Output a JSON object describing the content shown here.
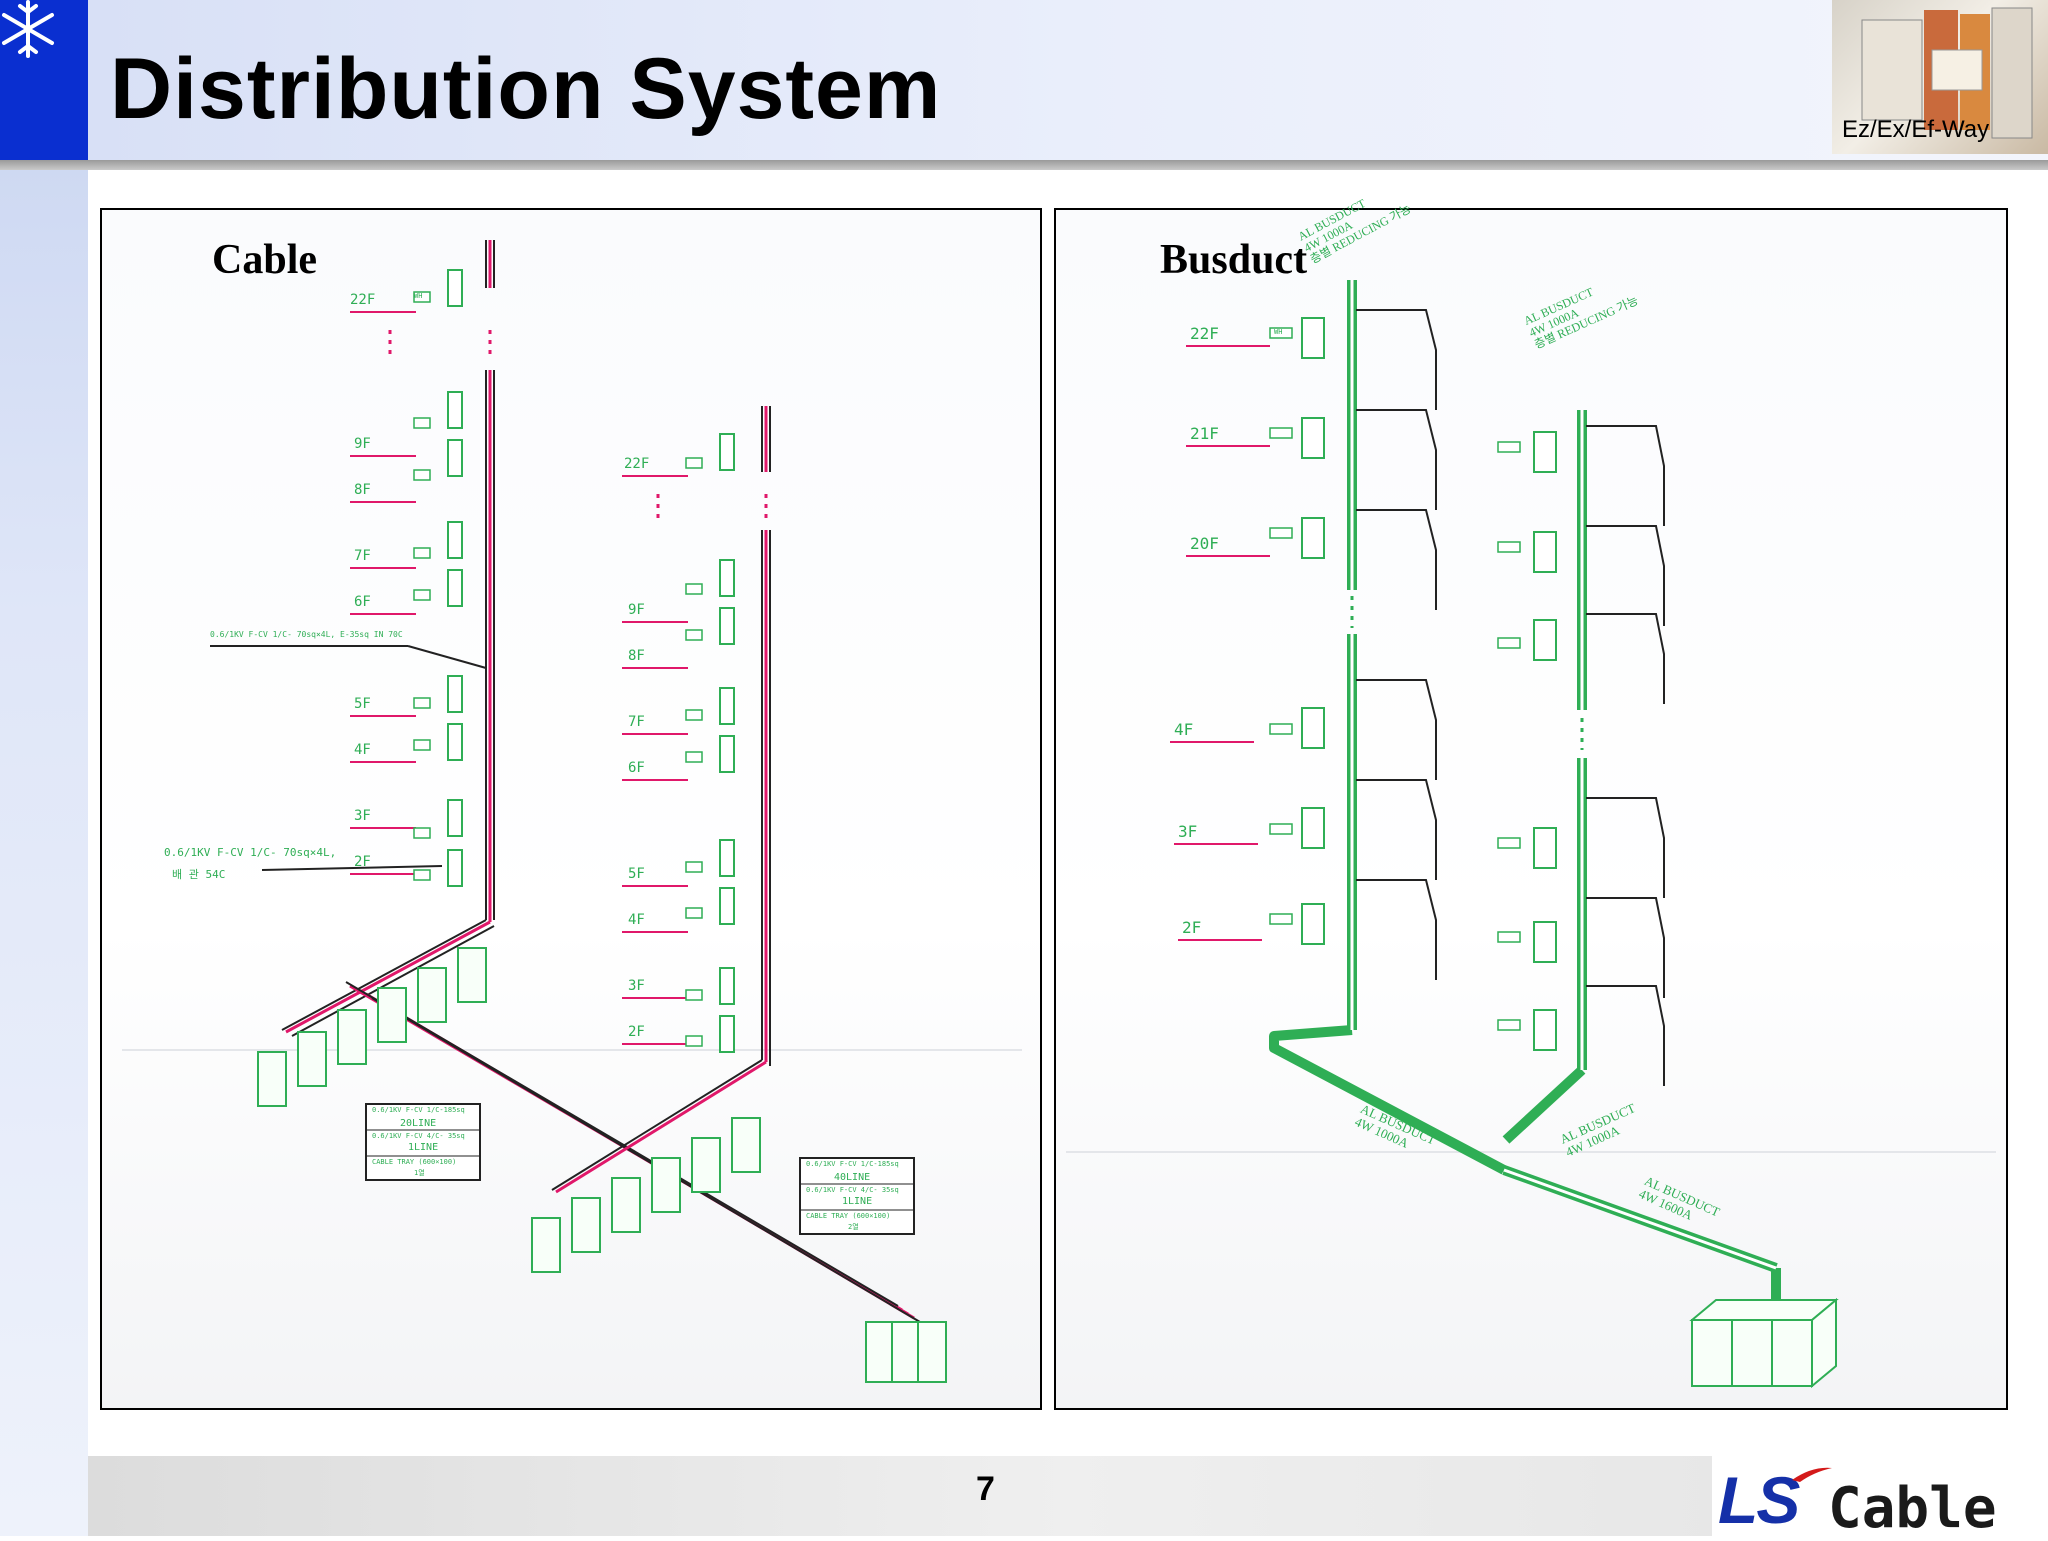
{
  "header": {
    "title": "Distribution System",
    "photo_label": "Ez/Ex/Ef-Way"
  },
  "cable_panel": {
    "title": "Cable",
    "floors_left": [
      "22F",
      "9F",
      "8F",
      "7F",
      "6F",
      "5F",
      "4F",
      "3F",
      "2F"
    ],
    "floors_right": [
      "22F",
      "9F",
      "8F",
      "7F",
      "6F",
      "5F",
      "4F",
      "3F",
      "2F"
    ],
    "meter_label": "WH",
    "note_1": "0.6/1KV F-CV 1/C- 70sq×4L, E-35sq IN 70C",
    "note_2a": "0.6/1KV  F-CV  1/C- 70sq×4L,",
    "note_2b": "배 관 54C",
    "legend_left": [
      "0.6/1KV F-CV 1/C-185sq",
      "20LINE",
      "0.6/1KV F-CV 4/C- 35sq",
      "1LINE",
      "CABLE TRAY (600×100)",
      "1열"
    ],
    "legend_right": [
      "0.6/1KV F-CV 1/C-185sq",
      "40LINE",
      "0.6/1KV F-CV 4/C- 35sq",
      "1LINE",
      "CABLE TRAY (600×100)",
      "2열"
    ]
  },
  "busduct_panel": {
    "title": "Busduct",
    "floors_left": [
      "22F",
      "21F",
      "20F",
      "4F",
      "3F",
      "2F"
    ],
    "meter_label": "WH",
    "label_top_1": "AL BUSDUCT",
    "label_top_2": "4W 1000A",
    "label_top_3": "층별 REDUCING 가능",
    "label_right_1": "AL BUSDUCT",
    "label_right_2": "4W 1000A",
    "label_right_3": "층별 REDUCING 가능",
    "label_bottom_left_1": "AL BUSDUCT",
    "label_bottom_left_2": "4W 1000A",
    "label_bottom_mid_1": "AL BUSDUCT",
    "label_bottom_mid_2": "4W 1000A",
    "label_main_1": "AL BUSDUCT",
    "label_main_2": "4W 1600A"
  },
  "footer": {
    "page_number": "7",
    "logo_ls": "LS",
    "logo_cable": "Cable"
  },
  "colors": {
    "brand_blue": "#0a2fd0",
    "cable_pink": "#e0186a",
    "diagram_green": "#2fae55"
  }
}
